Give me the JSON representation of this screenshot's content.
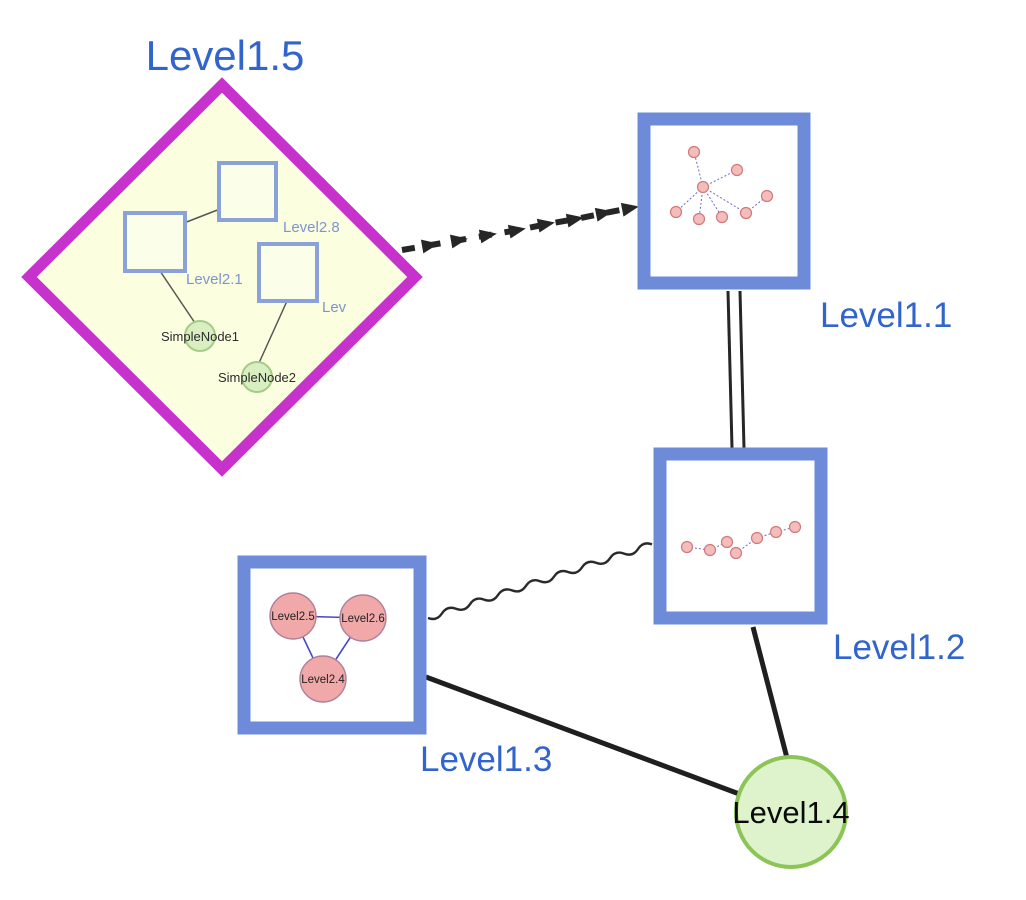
{
  "diagram_type": "nested-graph",
  "nodes": [
    {
      "id": "level1_5",
      "label": "Level1.5",
      "shape": "diamond",
      "role": "group"
    },
    {
      "id": "level1_1",
      "label": "Level1.1",
      "shape": "square",
      "role": "group"
    },
    {
      "id": "level1_2",
      "label": "Level1.2",
      "shape": "square",
      "role": "group"
    },
    {
      "id": "level1_3",
      "label": "Level1.3",
      "shape": "square",
      "role": "group"
    },
    {
      "id": "level1_4",
      "label": "Level1.4",
      "shape": "circle",
      "role": "node"
    }
  ],
  "edges": [
    {
      "from": "level1_5",
      "to": "level1_1",
      "style": "thick-dashed-arrow"
    },
    {
      "from": "level1_1",
      "to": "level1_2",
      "style": "double-line"
    },
    {
      "from": "level1_3",
      "to": "level1_2",
      "style": "wavy"
    },
    {
      "from": "level1_3",
      "to": "level1_4",
      "style": "solid"
    },
    {
      "from": "level1_2",
      "to": "level1_4",
      "style": "solid"
    }
  ],
  "level1_5_children": {
    "squares": [
      {
        "label": "Level2.8"
      },
      {
        "label": "Level2.1"
      },
      {
        "label": "Lev"
      }
    ],
    "simple_nodes": [
      {
        "label": "SimpleNode1"
      },
      {
        "label": "SimpleNode2"
      }
    ],
    "inner_edges": [
      {
        "from": "Level2.8",
        "to": "Level2.1"
      },
      {
        "from": "Level2.1",
        "to": "SimpleNode1"
      },
      {
        "from": "Lev",
        "to": "SimpleNode2"
      }
    ]
  },
  "level1_3_children": {
    "nodes": [
      {
        "label": "Level2.5"
      },
      {
        "label": "Level2.6"
      },
      {
        "label": "Level2.4"
      }
    ],
    "inner_edges": [
      {
        "from": "Level2.5",
        "to": "Level2.6"
      },
      {
        "from": "Level2.5",
        "to": "Level2.4"
      },
      {
        "from": "Level2.6",
        "to": "Level2.4"
      }
    ]
  },
  "colors": {
    "label_blue": "#3165cc",
    "diamond_border": "#c732cd",
    "diamond_fill": "#fcffdf",
    "group_border_blue": "#6d8bd8",
    "green_node_fill": "#def3cc",
    "green_node_border": "#8cc455",
    "pink_node_fill": "#f5bcbc",
    "pink_node_border": "#cf7a7a",
    "edge_color": "#262626",
    "inner_edge_blue": "#4747c8"
  }
}
